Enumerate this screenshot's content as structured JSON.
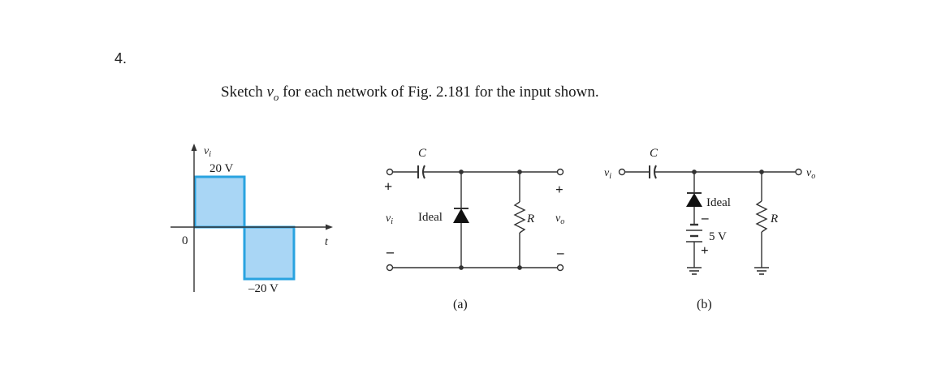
{
  "question_number": "4.",
  "prompt": {
    "before": "Sketch ",
    "var": "v",
    "var_sub": "o",
    "after": " for each network of Fig. 2.181 for the input shown."
  },
  "waveform": {
    "y_label": "v",
    "y_label_sub": "i",
    "x_label": "t",
    "origin_label": "0",
    "high_label": "20 V",
    "low_label": "–20 V",
    "levels_v": [
      20,
      -20
    ],
    "fill_color": "#a9d6f5",
    "stroke_color": "#29a3e0"
  },
  "circuit_a": {
    "cap_label": "C",
    "plus_in": "+",
    "vin": "v",
    "vin_sub": "i",
    "minus_in": "–",
    "diode_label": "Ideal",
    "res_label": "R",
    "plus_out": "+",
    "vout": "v",
    "vout_sub": "o",
    "minus_out": "–",
    "caption": "(a)",
    "accent_color": "#1e9fe0"
  },
  "circuit_b": {
    "vin": "v",
    "vin_sub": "i",
    "cap_label": "C",
    "diode_label": "Ideal",
    "battery_minus": "–",
    "battery_label": "5 V",
    "battery_plus": "+",
    "res_label": "R",
    "vout": "v",
    "vout_sub": "o",
    "caption": "(b)",
    "accent_color": "#1e9fe0"
  }
}
